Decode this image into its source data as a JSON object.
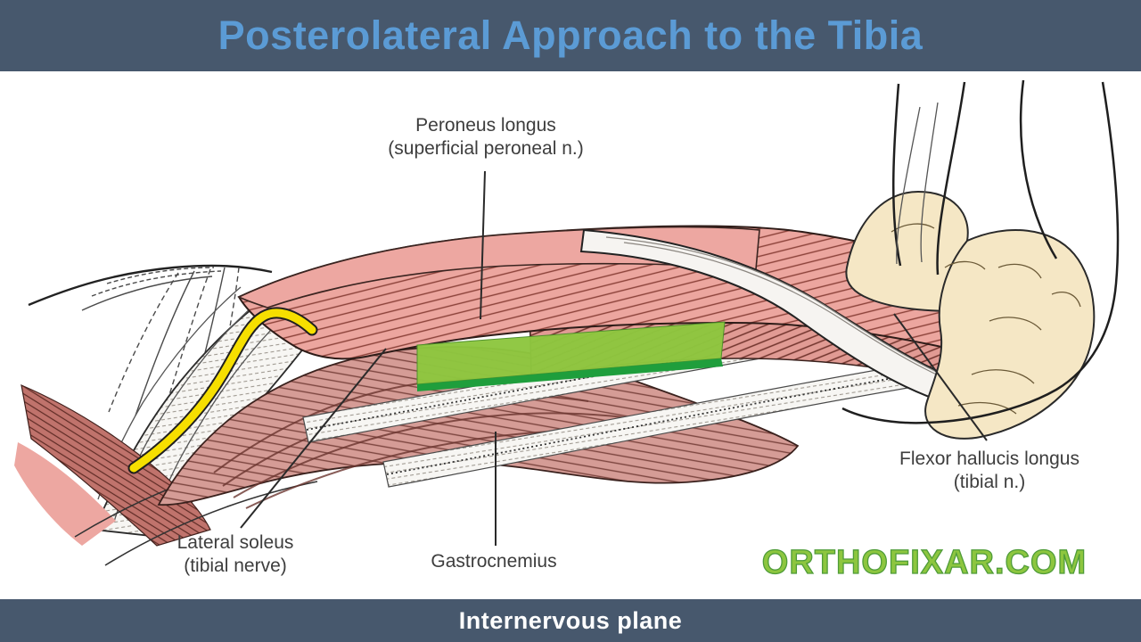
{
  "header": {
    "title": "Posterolateral Approach to the Tibia",
    "bg_color": "#47586d",
    "text_color": "#5b9bd5"
  },
  "footer": {
    "caption": "Internervous plane",
    "bg_color": "#47586d",
    "text_color": "#ffffff"
  },
  "watermark": {
    "text": "ORTHOFIXAR.COM",
    "color": "#8dc63f",
    "outline_color": "#4f9c39"
  },
  "diagram": {
    "type": "anatomical-illustration",
    "subject": "Lateral view of the lower leg showing the posterolateral internervous plane between gastrocnemius/soleus and peroneal muscles",
    "highlight_marker": {
      "name": "internervous-plane-strip",
      "fill": "#8ec73f",
      "edge": "#1f9e3c"
    },
    "labels": [
      {
        "id": "peroneus-longus",
        "line1": "Peroneus longus",
        "line2": "(superficial peroneal n.)"
      },
      {
        "id": "lateral-soleus",
        "line1": "Lateral soleus",
        "line2": "(tibial nerve)"
      },
      {
        "id": "gastrocnemius",
        "line1": "Gastrocnemius",
        "line2": ""
      },
      {
        "id": "flexor-hallucis-longus",
        "line1": "Flexor hallucis longus",
        "line2": "(tibial n.)"
      }
    ],
    "colors": {
      "muscle_salmon": "#eca69f",
      "muscle_deep_pink": "#e19b94",
      "muscle_mauve": "#d59c96",
      "nerve_yellow": "#f6df00",
      "bone_beige": "#f5e7c5",
      "tendon_white": "#f6f4f1",
      "contour": "#2b2b2b"
    }
  }
}
